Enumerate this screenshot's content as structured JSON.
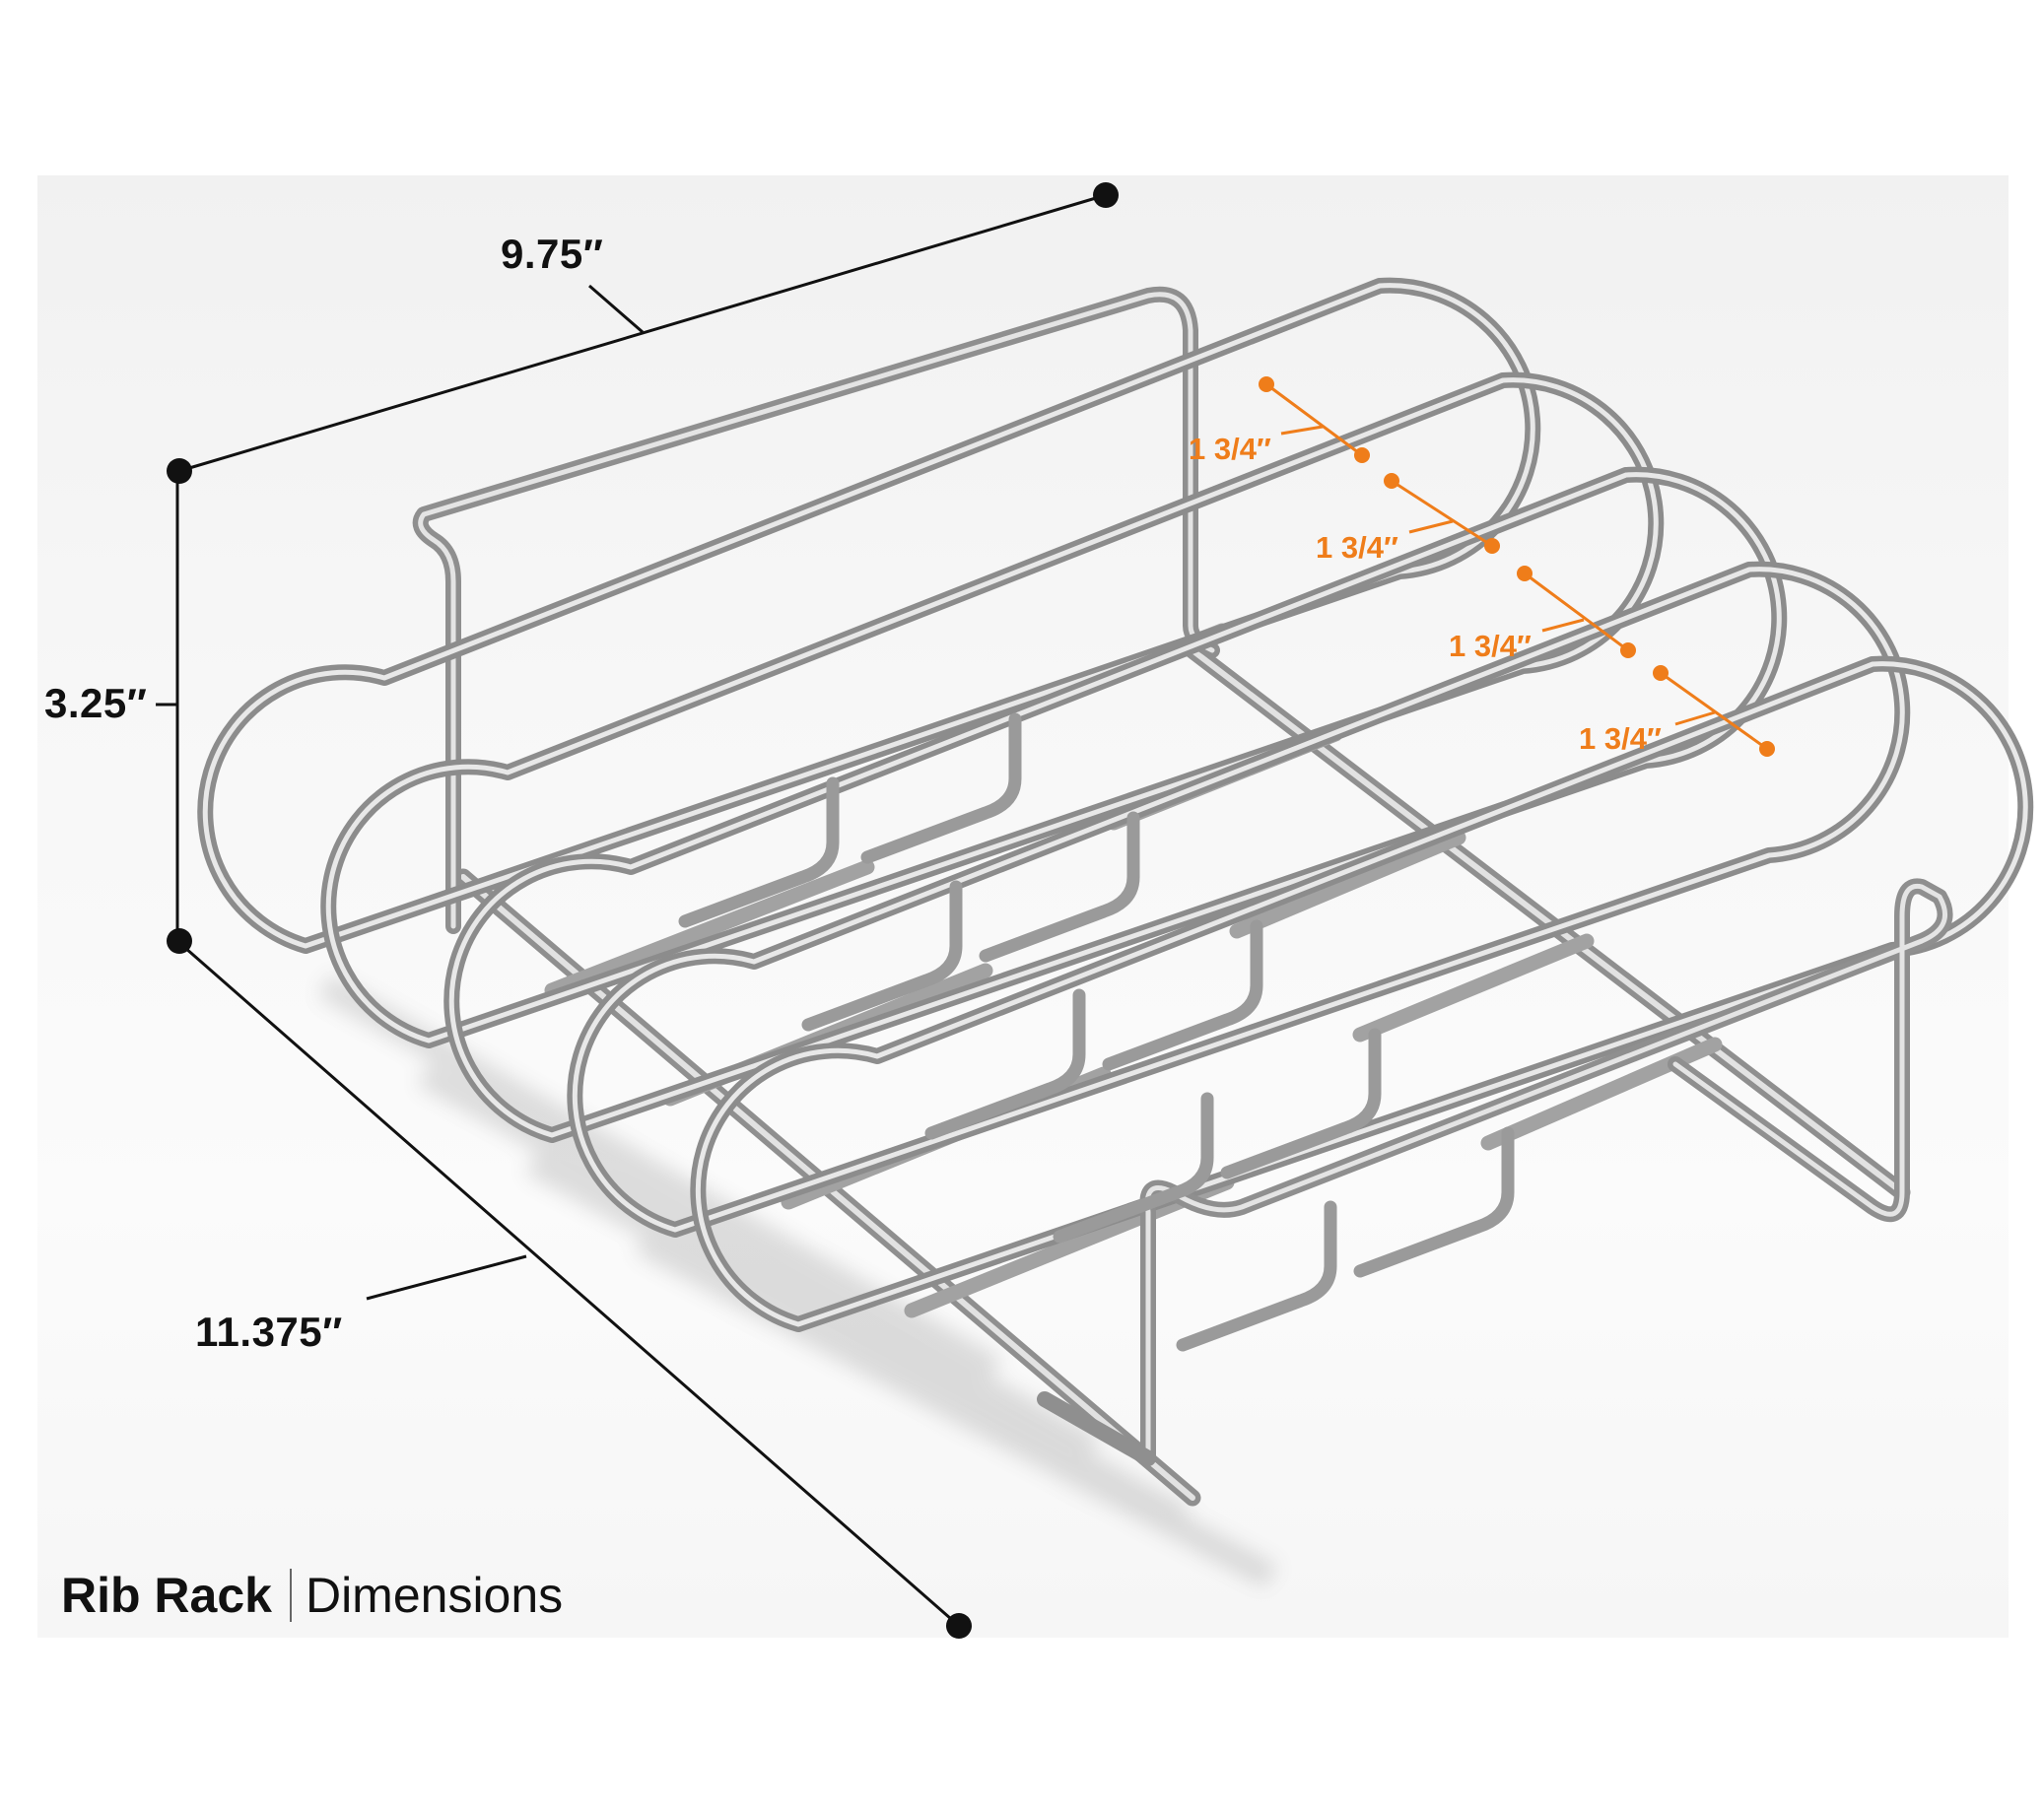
{
  "dimensions": {
    "width": "9.75″",
    "height": "3.25″",
    "length": "11.375″",
    "spacing": [
      "1 3/4″",
      "1 3/4″",
      "1 3/4″",
      "1 3/4″"
    ]
  },
  "caption": {
    "title": "Rib Rack",
    "subtitle": "Dimensions"
  },
  "colors": {
    "dimension_line": "#111111",
    "spacing_accent": "#ef7d1a",
    "wire": "#b8b8b8"
  }
}
